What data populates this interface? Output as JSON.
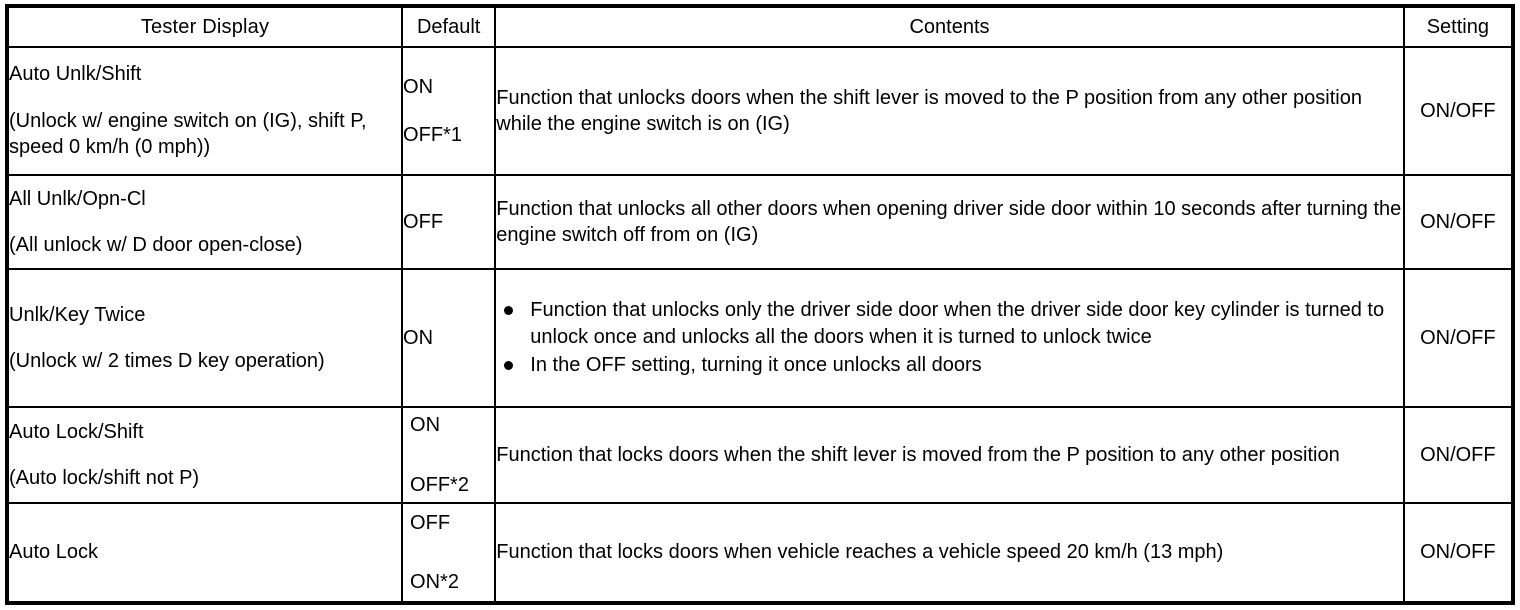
{
  "table": {
    "headers": {
      "tester_display": "Tester Display",
      "default": "Default",
      "contents": "Contents",
      "setting": "Setting"
    },
    "rows": [
      {
        "tester_name": "Auto Unlk/Shift",
        "tester_alias": "(Unlock w/ engine switch on (IG), shift P, speed 0 km/h (0 mph))",
        "default_primary": "ON",
        "default_secondary": "OFF*1",
        "contents": "Function that unlocks doors when the shift lever is moved to the P position from any other position while the engine switch is on (IG)",
        "setting": "ON/OFF"
      },
      {
        "tester_name": "All Unlk/Opn-Cl",
        "tester_alias": "(All unlock w/ D door open-close)",
        "default_primary": "OFF",
        "default_secondary": "",
        "contents": "Function that unlocks all other doors when opening driver side door within 10 seconds after turning the engine switch off from on (IG)",
        "setting": "ON/OFF"
      },
      {
        "tester_name": "Unlk/Key Twice",
        "tester_alias": "(Unlock w/ 2 times D key operation)",
        "default_primary": "ON",
        "default_secondary": "",
        "contents_bullets": [
          "Function that unlocks only the driver side door when the driver side door key cylinder is turned to unlock once and unlocks all the doors when it is turned to unlock twice",
          "In the OFF setting, turning it once unlocks all doors"
        ],
        "setting": "ON/OFF"
      },
      {
        "tester_name": "Auto Lock/Shift",
        "tester_alias": "(Auto lock/shift not P)",
        "default_primary": "ON",
        "default_secondary": "OFF*2",
        "contents": "Function that locks doors when the shift lever is moved from the P position to any other position",
        "setting": "ON/OFF"
      },
      {
        "tester_name": "Auto Lock",
        "tester_alias": "",
        "default_primary": "OFF",
        "default_secondary": "ON*2",
        "contents": "Function that locks doors when vehicle reaches a vehicle speed 20 km/h (13 mph)",
        "setting": "ON/OFF"
      }
    ]
  }
}
